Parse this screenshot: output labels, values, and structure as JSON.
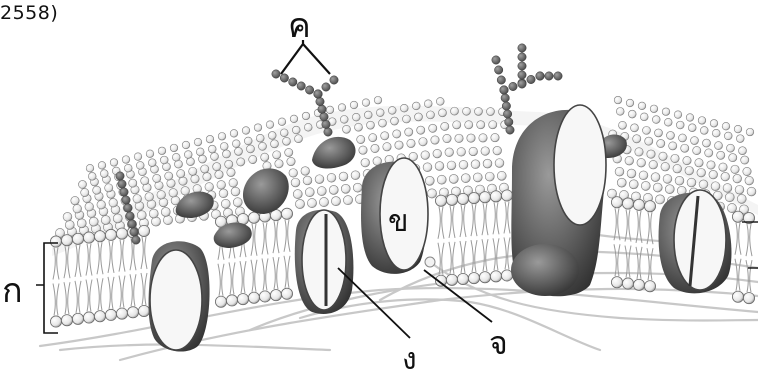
{
  "caption": "2558)",
  "labels": {
    "glycocalyx": "ค",
    "bilayer": "ก",
    "peripheral_protein": "ข",
    "channel_protein": "ง",
    "cytoskeleton": "จ"
  },
  "colors": {
    "background": "#ffffff",
    "head_fill": "#f2f2f2",
    "head_stroke": "#6b6b6b",
    "tail_stroke": "#9a9a9a",
    "protein_dark": "#5e5e5e",
    "protein_light": "#f7f7f7",
    "chain": "#6a6a6a",
    "filament": "#cfcfcf",
    "ink": "#111111"
  }
}
